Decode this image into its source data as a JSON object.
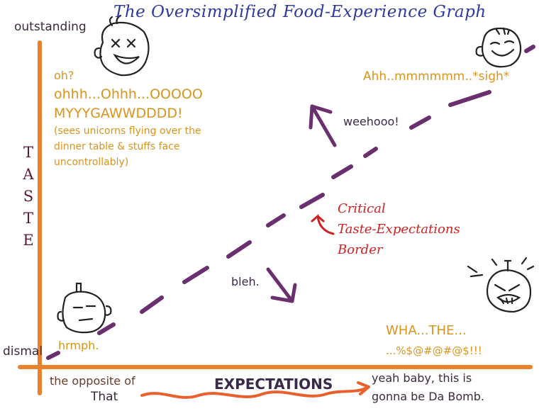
{
  "title": "The Oversimplified Food-Experience Graph",
  "y_axis": {
    "label_letters": [
      "T",
      "A",
      "S",
      "T",
      "E"
    ],
    "top_label": "outstanding",
    "bottom_label": "dismal"
  },
  "x_axis": {
    "label": "EXPECTATIONS",
    "left_line1": "the opposite of",
    "left_line2": "That",
    "right_line1": "yeah baby, this is",
    "right_line2": "gonna be Da Bomb."
  },
  "top_left_text": {
    "line1": "oh?",
    "line2": "ohhh...Ohhh...OOOOO",
    "line3": "MYYYGAWWDDDD!",
    "line4": "(sees unicorns flying over the",
    "line5": "dinner table & stuffs face",
    "line6": "uncontrollably)"
  },
  "top_right_text": "Ahh..mmmmmm..*sigh*",
  "upper_arrow_text": "weehooo!",
  "lower_arrow_text": "bleh.",
  "border_label": {
    "line1": "Critical",
    "line2": "Taste-Expectations",
    "line3": "Border"
  },
  "bottom_left_text": "hrmph.",
  "bottom_right_text": {
    "line1": "WHA...THE...",
    "line2": "...%$@#@#@$!!!"
  },
  "colors": {
    "axis": "#e8822e",
    "dashed_line": "#6a2f6e",
    "title": "#2d3a9b",
    "annotation": "#d9941e",
    "border_label": "#cc2222"
  },
  "faces": [
    "ecstatic-face-icon",
    "blissful-face-icon",
    "bored-face-icon",
    "angry-face-icon"
  ]
}
